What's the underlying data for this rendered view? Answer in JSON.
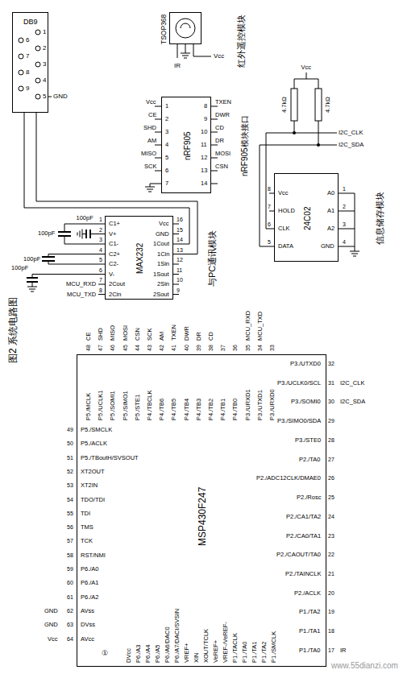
{
  "diagram": {
    "caption": "图2 系统电路图",
    "nodes": [
      {
        "text": [
          "DB9"
        ]
      },
      {
        "text": [
          "TSOP368",
          "红外遥控模块"
        ]
      },
      {
        "text": [
          "nRF905",
          "nRF905模块接口"
        ]
      },
      {
        "text": [
          "24C02",
          "信息储存模块"
        ]
      },
      {
        "text": [
          "MAX232",
          "与PC通讯模块"
        ]
      },
      {
        "text": [
          "MSP430F247"
        ]
      }
    ],
    "edges": [
      {
        "from": 0,
        "to": 4,
        "arrow": "none"
      },
      {
        "from": 0,
        "to": 4,
        "arrow": "none"
      }
    ],
    "labels": [
      "1",
      "2",
      "3",
      "4",
      "5",
      "6",
      "7",
      "8",
      "9",
      "GND",
      "IR",
      "Vcc",
      "1",
      "2",
      "3",
      "4",
      "5",
      "6",
      "7",
      "Vcc",
      "CE",
      "SHD",
      "AM",
      "MISO",
      "SCK",
      "8",
      "9",
      "10",
      "11",
      "12",
      "13",
      "14",
      "TXEN",
      "DWR",
      "CD",
      "DR",
      "MOSI",
      "CSN",
      "Vcc",
      "4.7kΩ",
      "4.7kΩ",
      "I2C_CLK",
      "I2C_SDA",
      "Vcc",
      "HOLD",
      "CLK",
      "DATA",
      "8",
      "7",
      "6",
      "5",
      "A0",
      "A1",
      "A2",
      "GND",
      "1",
      "2",
      "3",
      "4",
      "C1+",
      "V+",
      "C1-",
      "C2+",
      "C2-",
      "V-",
      "2Cout",
      "2Cin",
      "1",
      "2",
      "3",
      "4",
      "5",
      "6",
      "7",
      "8",
      "Vcc",
      "GND",
      "1Cout",
      "1Cin",
      "1Sin",
      "1Sout",
      "2Sin",
      "2Sout",
      "16",
      "15",
      "14",
      "13",
      "12",
      "11",
      "10",
      "9",
      "100pF",
      "100pF",
      "100pF",
      "100pF",
      "MCU_RXD",
      "MCU_TXD",
      "CE",
      "SHD",
      "MISO",
      "MOSI",
      "CSN",
      "SCK",
      "AM",
      "TXEN",
      "DWR",
      "DR",
      "CD",
      "MCU_RXD",
      "MCU_TXD",
      "48",
      "47",
      "46",
      "45",
      "44",
      "43",
      "42",
      "41",
      "40",
      "39",
      "38",
      "37",
      "36",
      "35",
      "34",
      "33",
      "P5./MCLK",
      "P5./UCLK1",
      "P5./SOMI1",
      "P5./SIMO1",
      "P5./STE1",
      "P4./TBCLK",
      "P4./TB6",
      "P4./TB5",
      "P4./TB4",
      "P4./TB3",
      "P4./TB2",
      "P4./TB1",
      "P4./TB0",
      "P3./URXD1",
      "P3./UTXD1",
      "P3./URXD0",
      "P5./SMCLK",
      "P5./ACLK",
      "P5./TBoutH/SVSOUT",
      "XT2OUT",
      "XT2IN",
      "TDO/TDI",
      "TDI",
      "TMS",
      "TCK",
      "RST/NMI",
      "P6./A0",
      "P6./A1",
      "P6./A2",
      "AVss",
      "DVss",
      "AVcc",
      "49",
      "50",
      "51",
      "52",
      "53",
      "54",
      "55",
      "56",
      "57",
      "58",
      "59",
      "60",
      "61",
      "62",
      "63",
      "64",
      "GND",
      "GND",
      "Vcc",
      "DVcc",
      "P6./A3",
      "P6./A4",
      "P6./A5",
      "P6./A6/DAC0",
      "P6./A7/DACI/SVSIN",
      "VREF+",
      "XIN",
      "XOUT/TCLK",
      "VeREF+",
      "VREF-/VeREF-",
      "P1./TACLK",
      "P1./TA0",
      "P1./TA1",
      "P1./TA2",
      "P1./SMCLK",
      "P3./UTXD0",
      "P3./UCLK0/SCL",
      "P3./SOMI0",
      "P3./SIMO0/SDA",
      "P3./STE0",
      "P2./TA0",
      "P2./ADC12CLK/DMAE0",
      "P2./Rosc",
      "P2./CA1/TA2",
      "P2./CA0/TA1",
      "P2./CAOUT/TA0",
      "P2./TAINCLK",
      "P2./ACLK",
      "P1./TA2",
      "P1./TA1",
      "P1./TA0",
      "32",
      "31",
      "30",
      "29",
      "28",
      "27",
      "26",
      "25",
      "24",
      "23",
      "22",
      "21",
      "20",
      "19",
      "18",
      "17",
      "I2C_CLK",
      "I2C_SDA",
      "IR",
      "①",
      "www.55dianzi.com"
    ]
  }
}
